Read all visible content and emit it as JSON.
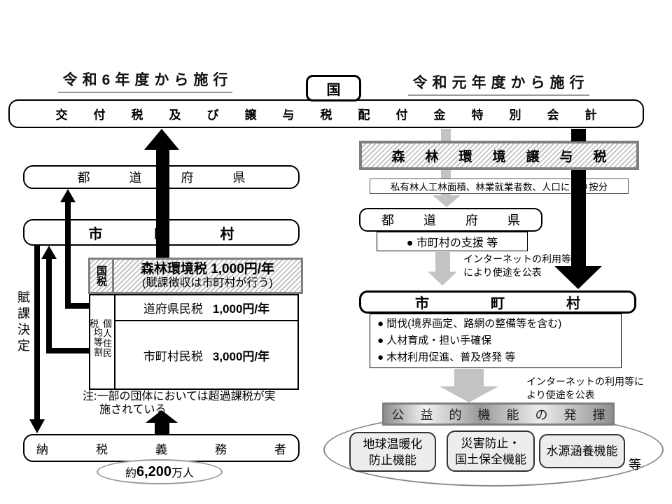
{
  "colors": {
    "black": "#000000",
    "gray_arrow": "#c3c3c3",
    "gray_border": "#7f7f7f"
  },
  "headings": {
    "left": "令和6年度から施行",
    "right": "令和元年度から施行"
  },
  "top": {
    "nation": "国",
    "account": "交付税及び譲与税配付金特別会計"
  },
  "left_flow": {
    "prefecture": "都道府県",
    "municipality": "市町村",
    "assessment_label": "賦課決定",
    "forest_tax": {
      "tag": "国税",
      "title": "森林環境税 1,000円/年",
      "subtitle": "(賦課徴収は市町村が行う)"
    },
    "resident_tax": {
      "group": "個人住民税",
      "per_capita": "均等割",
      "rows": [
        {
          "name": "道府県民税",
          "value": "1,000円/年"
        },
        {
          "name": "市町村民税",
          "value": "3,000円/年"
        }
      ]
    },
    "note": {
      "line1": "注:一部の団体においては超過課税が実",
      "line2": "施されている"
    },
    "taxpayer": "納税義務者",
    "taxpayer_count": {
      "prefix": "約",
      "number": "6,200",
      "suffix": "万人"
    }
  },
  "right_flow": {
    "transfer_tax": "森林環境譲与税",
    "allocation": "私有林人工林面積、林業就業者数、人口により按分",
    "prefecture": "都道府県",
    "prefecture_use": "● 市町村の支援 等",
    "disclosure_upper": {
      "line1": "インターネットの利用等",
      "line2": "により使途を公表"
    },
    "municipality": "市町村",
    "municipality_uses": [
      "● 間伐(境界画定、路網の整備等を含む)",
      "● 人材育成・担い手確保",
      "● 木材利用促進、普及啓発 等"
    ],
    "disclosure_lower": {
      "line1": "インターネットの利用等に",
      "line2": "より使途を公表"
    },
    "public_benefit": "公益的機能の発揮",
    "functions": [
      {
        "line1": "地球温暖化",
        "line2": "防止機能"
      },
      {
        "line1": "災害防止・",
        "line2": "国土保全機能"
      },
      {
        "line1": "水源涵養機能",
        "line2": ""
      }
    ],
    "etc": "等"
  }
}
